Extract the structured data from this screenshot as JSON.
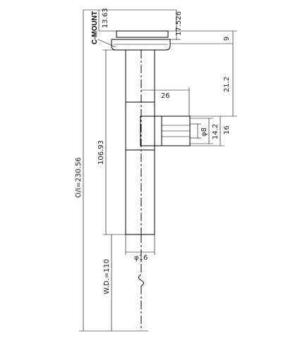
{
  "drawing": {
    "c_mount_label": "C-MOUNT",
    "dims": {
      "d_13_63": "13.63",
      "d_17_526": "17.526",
      "d_9": "9",
      "d_21_2": "21.2",
      "d_26": "26",
      "d_16": "16",
      "d_14_2": "14.2",
      "d_phi8": "φ8",
      "d_106_93": "106.93",
      "d_oi": "O/I=230.56",
      "d_phi16": "φ16",
      "d_wd": "W.D.=110"
    }
  }
}
